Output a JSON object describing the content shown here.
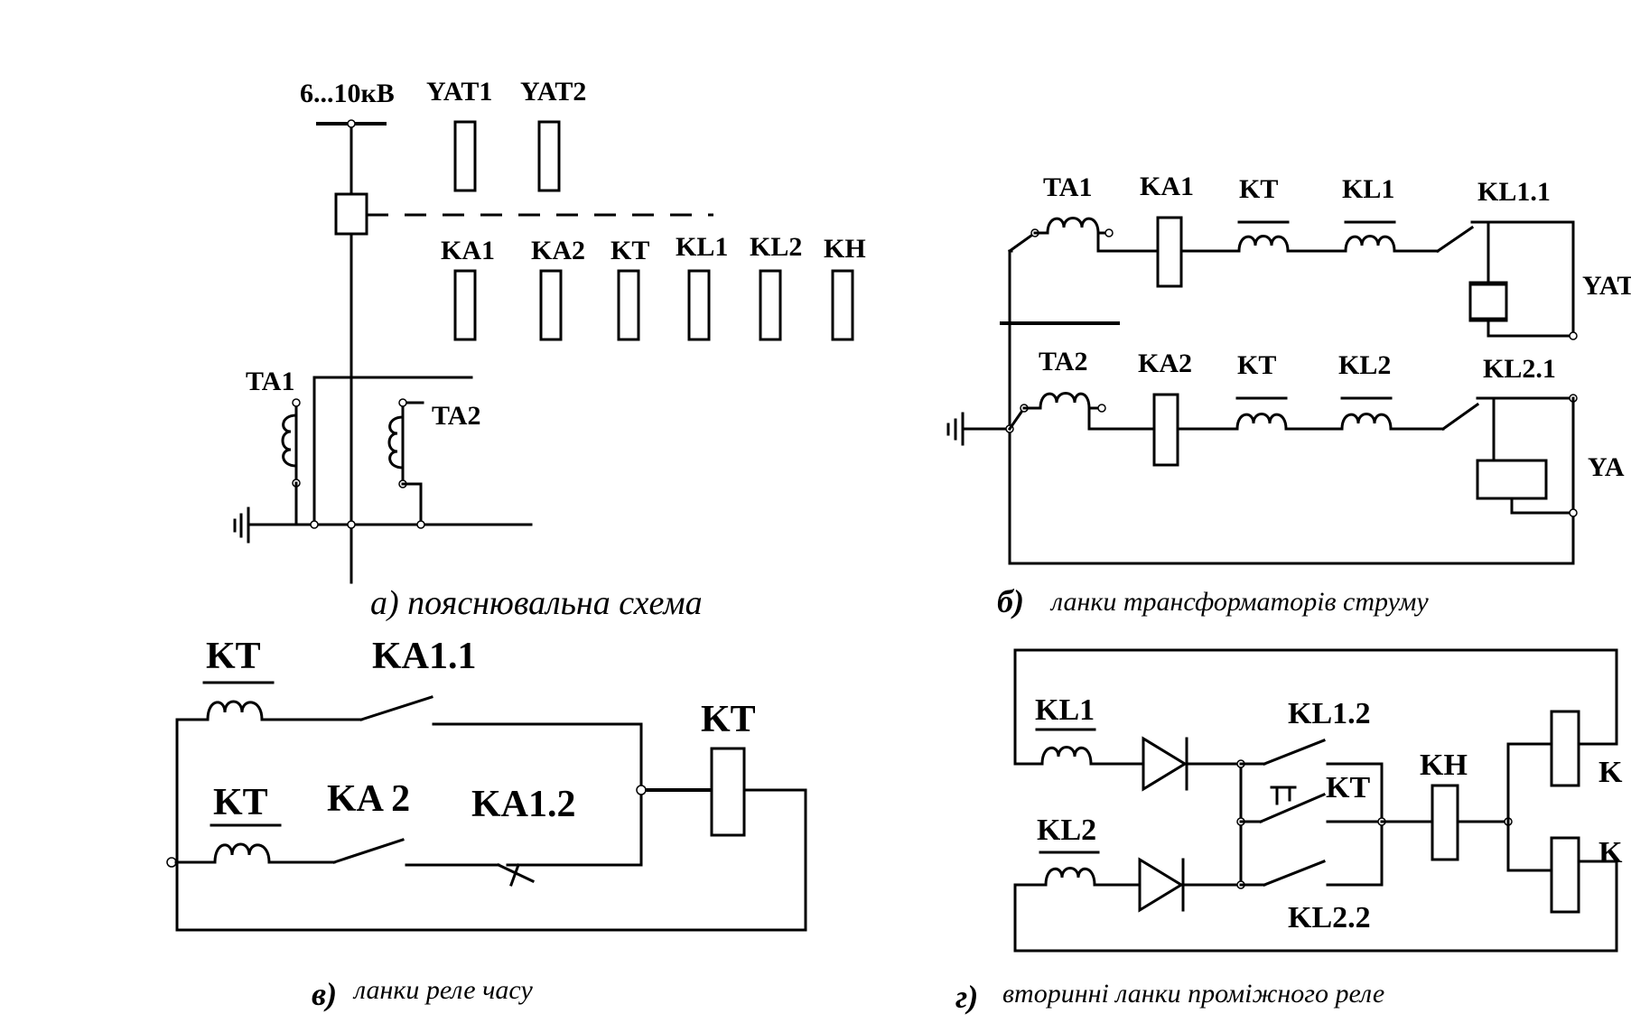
{
  "panel_a": {
    "voltage_label": "6...10кВ",
    "yat1": "YAT1",
    "yat2": "YAT2",
    "ka1": "KA1",
    "ka2": "KA2",
    "kt": "KT",
    "kl1": "KL1",
    "kl2": "KL2",
    "kh": "KH",
    "ta1": "TA1",
    "ta2": "TA2",
    "caption": "а) пояснювальна схема"
  },
  "panel_b": {
    "ta1": "TA1",
    "ka1": "KA1",
    "kt_top": "KT",
    "kl1": "KL1",
    "kl1_1": "KL1.1",
    "yat_top": "YAT",
    "ta2": "TA2",
    "ka2": "KA2",
    "kt_bottom": "KT",
    "kl2": "KL2",
    "kl2_1": "KL2.1",
    "ya_bottom": "YA",
    "caption_prefix": "б)",
    "caption": "ланки трансформаторів струму"
  },
  "panel_v": {
    "kt_coil_top": "KT",
    "ka1_1": "KA1.1",
    "kt_coil_bottom": "KT",
    "ka_2": "KA 2",
    "ka1_2": "KA1.2",
    "kt_relay": "KT",
    "caption_prefix": "в)",
    "caption": "ланки реле часу"
  },
  "panel_g": {
    "kl1": "KL1",
    "kl2": "KL2",
    "kl1_2": "KL1.2",
    "kt": "KT",
    "kh": "KH",
    "kl2_2": "KL2.2",
    "kl_top": "K",
    "kl_bottom": "K",
    "caption_prefix": "г)",
    "caption": "вторинні ланки проміжного реле"
  }
}
